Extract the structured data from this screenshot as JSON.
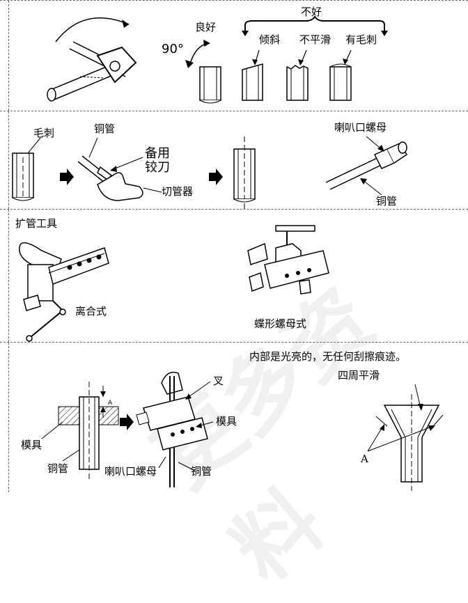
{
  "panel1": {
    "angle": "90°",
    "good": "良好",
    "bad": "不好",
    "bad_items": [
      "倾斜",
      "不平滑",
      "有毛刺"
    ]
  },
  "panel2": {
    "burr": "毛刺",
    "copper_pipe": "铜管",
    "spare_reamer_1": "备用",
    "spare_reamer_2": "铰刀",
    "pipe_cutter": "切管器",
    "flare_nut": "喇叭口螺母",
    "copper_pipe_2": "铜管"
  },
  "panel3": {
    "title": "扩管工具",
    "clutch_type": "离合式",
    "wing_nut_type": "蝶形螺母式"
  },
  "panel4": {
    "inside_note": "内部是光亮的，无任何刮擦痕迹。",
    "smooth_around": "四周平滑",
    "dim_a_small": "A",
    "fork": "叉",
    "die_1": "模具",
    "die_2": "模具",
    "copper_pipe_1": "铜管",
    "flare_nut": "喇叭口螺母",
    "copper_pipe_2": "铜管",
    "label_a": "A"
  },
  "watermark": "更多资料"
}
